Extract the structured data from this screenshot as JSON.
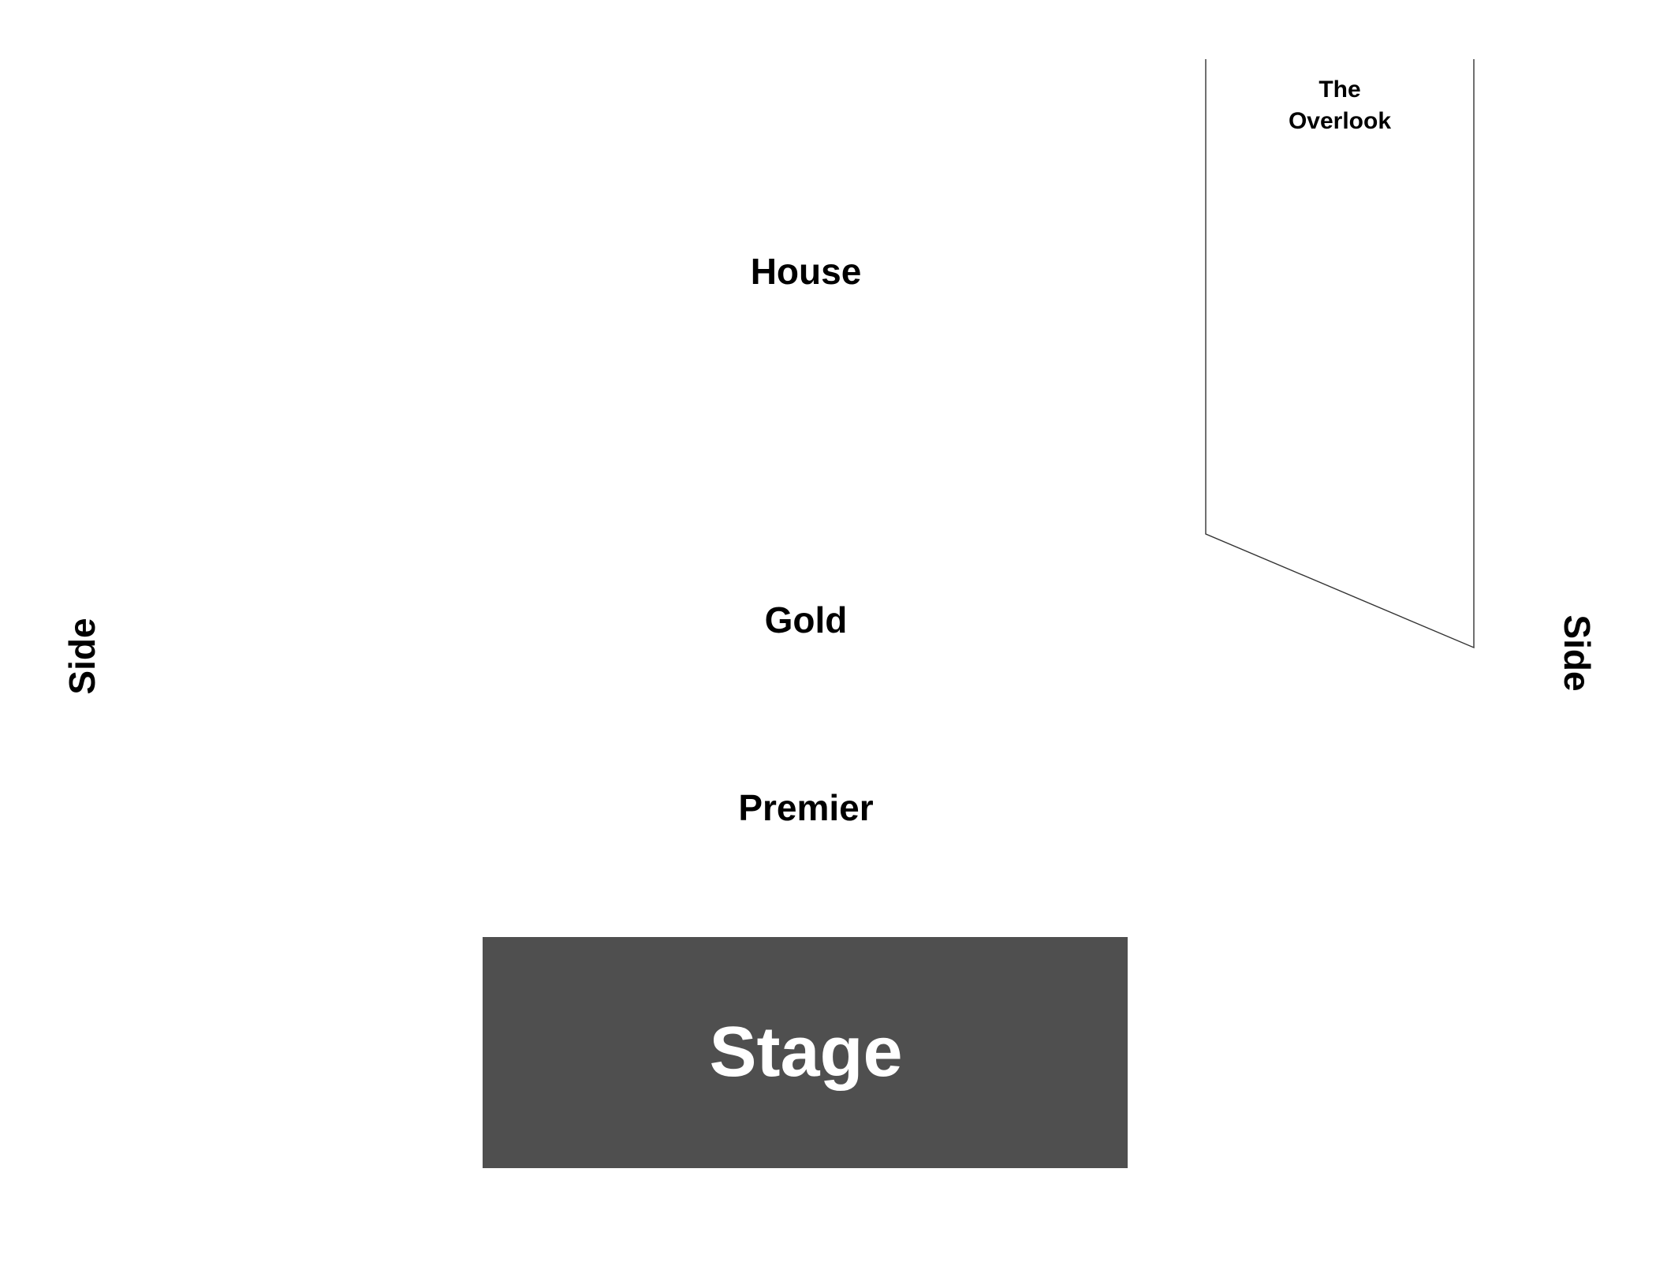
{
  "sections": {
    "house": {
      "label": "House"
    },
    "gold": {
      "label": "Gold"
    },
    "premier": {
      "label": "Premier"
    },
    "side_left": {
      "label": "Side"
    },
    "side_right": {
      "label": "Side"
    },
    "overlook": {
      "label_line1": "The",
      "label_line2": "Overlook"
    },
    "stage": {
      "label": "Stage"
    }
  },
  "colors": {
    "background": "#ffffff",
    "stage_fill": "#4f4f4f",
    "stage_text": "#ffffff",
    "label_text": "#000000",
    "outline": "#333333"
  }
}
